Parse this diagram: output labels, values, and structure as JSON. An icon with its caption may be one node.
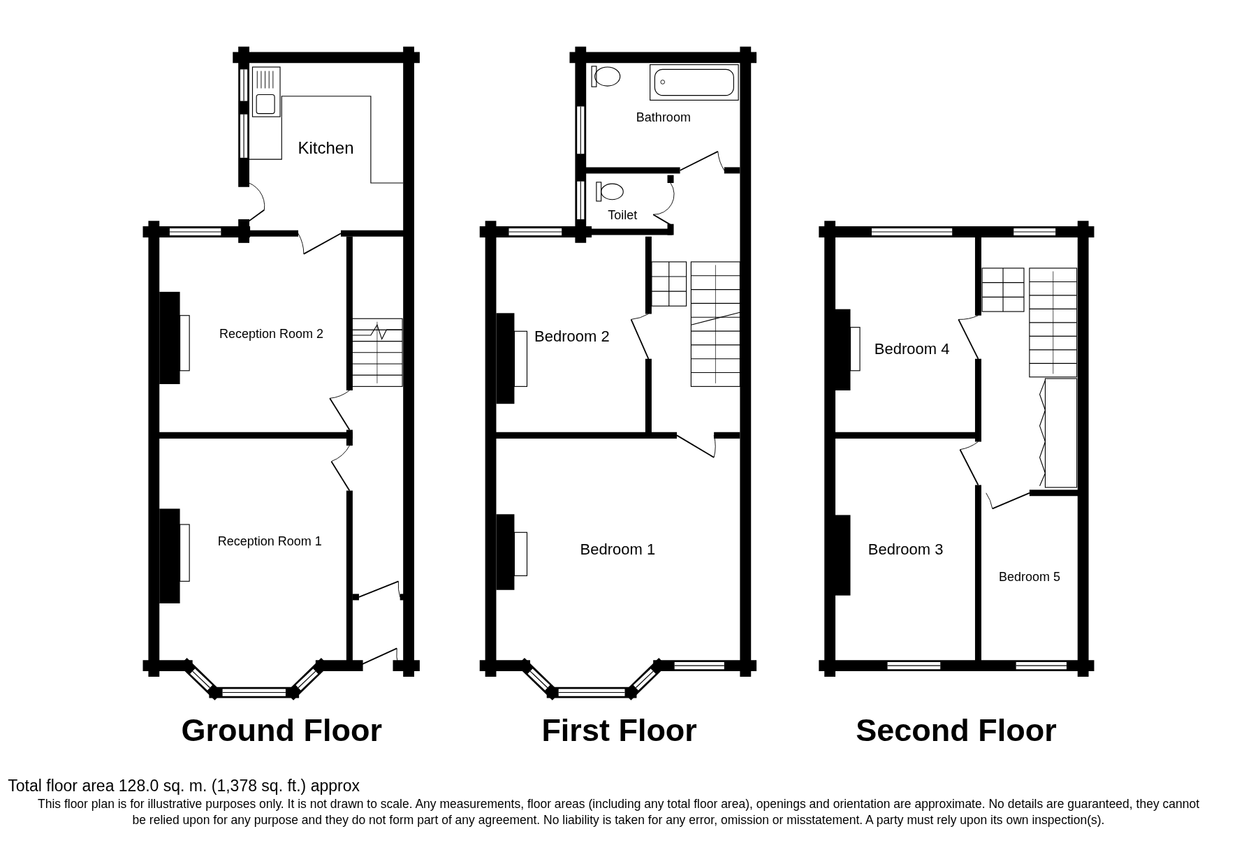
{
  "diagram": {
    "nodes": [
      {
        "text": [
          "Kitchen"
        ]
      },
      {
        "text": [
          "Reception Room 2"
        ]
      },
      {
        "text": [
          "Reception Room 1"
        ]
      },
      {
        "text": [
          "Bathroom"
        ]
      },
      {
        "text": [
          "Toilet"
        ]
      },
      {
        "text": [
          "Bedroom 2"
        ]
      },
      {
        "text": [
          "Bedroom 1"
        ]
      },
      {
        "text": [
          "Bedroom 4"
        ]
      },
      {
        "text": [
          "Bedroom 3"
        ]
      },
      {
        "text": [
          "Bedroom 5"
        ]
      }
    ],
    "labels": [
      "Ground Floor",
      "First Floor",
      "Second Floor",
      "Total floor area 128.0 sq. m. (1,378 sq. ft.) approx",
      "This floor plan is for illustrative purposes only. It is not drawn to scale. Any measurements, floor areas (including any total floor area), openings and orientation are approximate. No details are guaranteed, they cannot be relied upon for any purpose and they do not form part of any agreement. No liability is taken for any error, omission or misstatement. A party must rely upon its own inspection(s)."
    ]
  }
}
